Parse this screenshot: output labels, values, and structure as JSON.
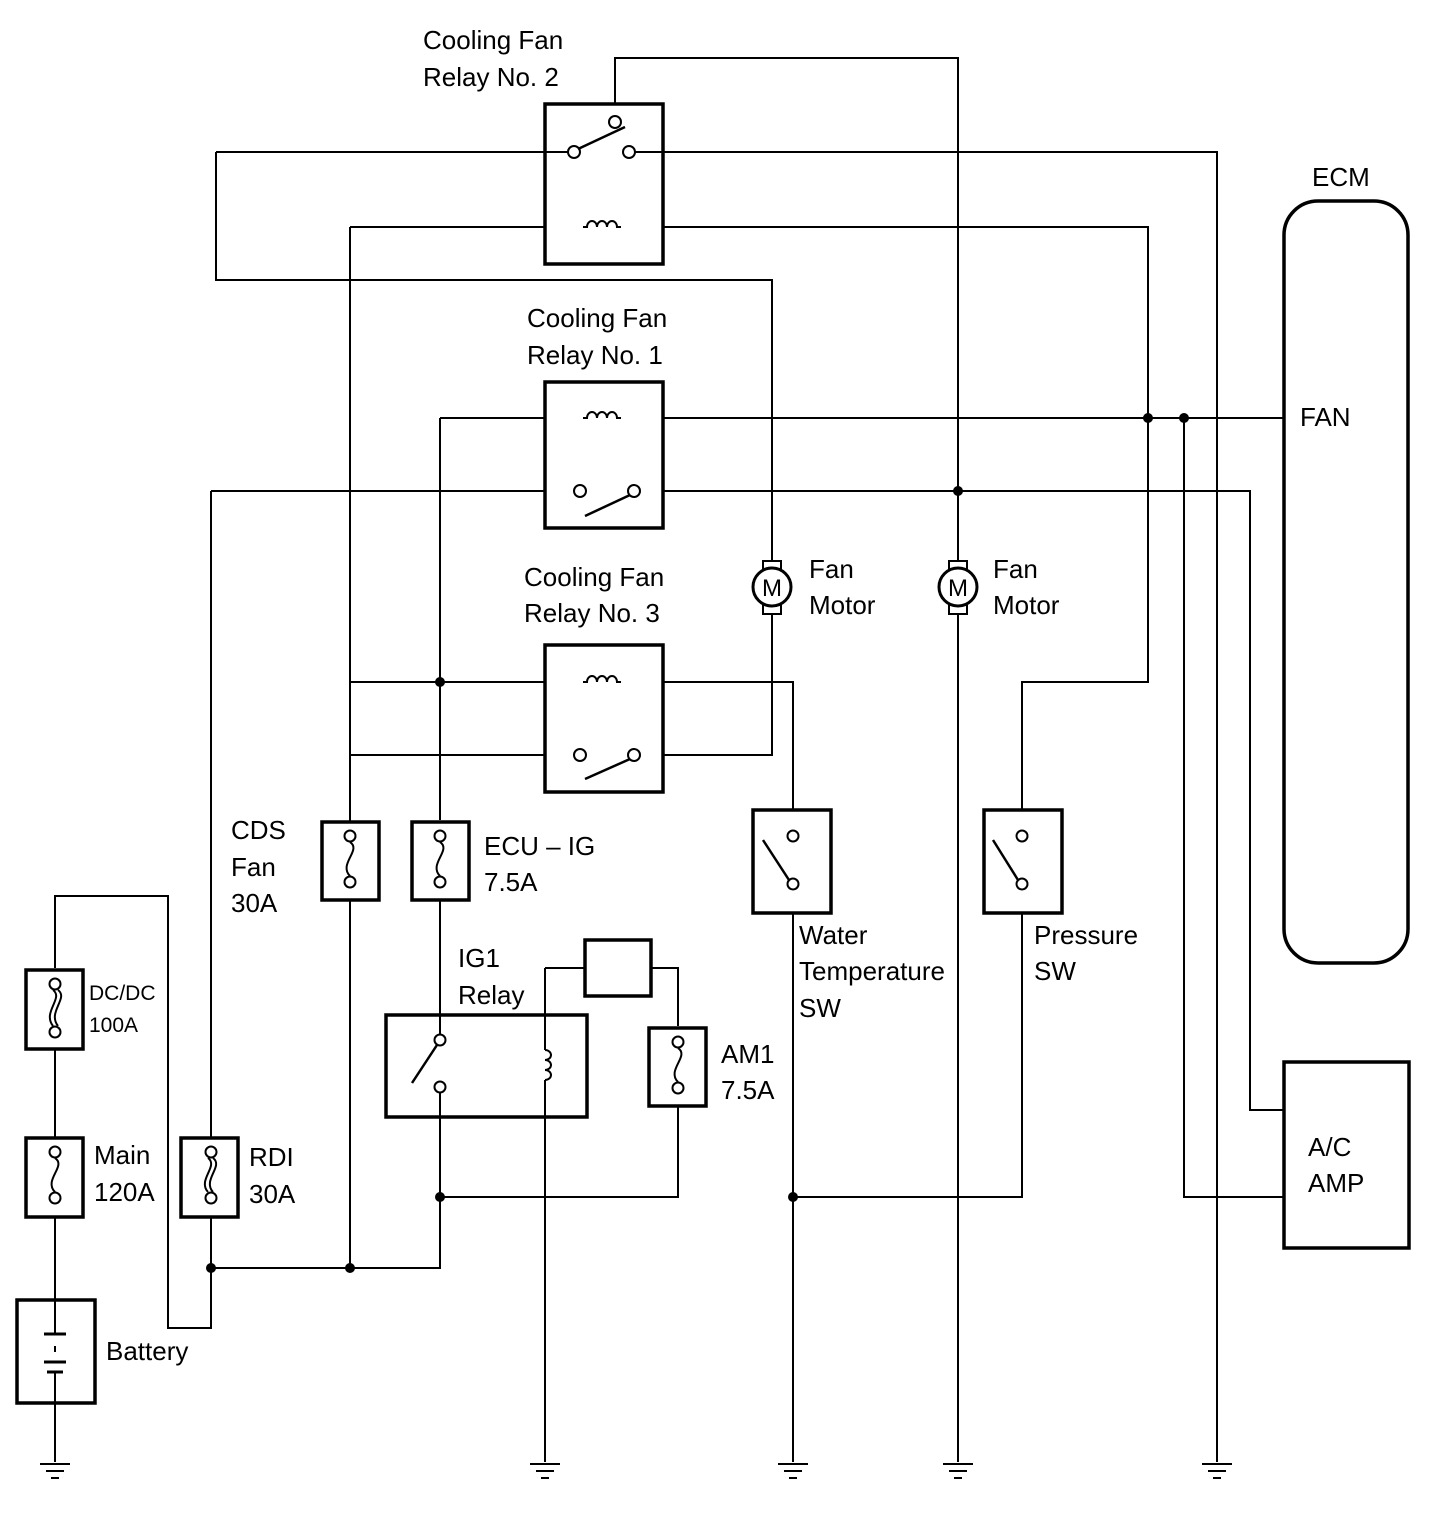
{
  "labels": {
    "relay2": [
      "Cooling Fan",
      "Relay No. 2"
    ],
    "relay1": [
      "Cooling Fan",
      "Relay No. 1"
    ],
    "relay3": [
      "Cooling Fan",
      "Relay No. 3"
    ],
    "ecm": "ECM",
    "ecm_fan": "FAN",
    "fan_motor_left": [
      "Fan",
      "Motor"
    ],
    "fan_motor_right": [
      "Fan",
      "Motor"
    ],
    "motor_symbol": "M",
    "cds_fan": [
      "CDS",
      "Fan",
      "30A"
    ],
    "ecu_ig": [
      "ECU – IG",
      "7.5A"
    ],
    "dcdc": [
      "DC/DC",
      "100A"
    ],
    "ig1_relay": [
      "IG1",
      "Relay"
    ],
    "am1": [
      "AM1",
      "7.5A"
    ],
    "water_temp_sw": [
      "Water",
      "Temperature",
      "SW"
    ],
    "pressure_sw": [
      "Pressure",
      "SW"
    ],
    "main": [
      "Main",
      "120A"
    ],
    "rdi": [
      "RDI",
      "30A"
    ],
    "battery": "Battery",
    "ac_amp": [
      "A/C",
      "AMP"
    ]
  }
}
